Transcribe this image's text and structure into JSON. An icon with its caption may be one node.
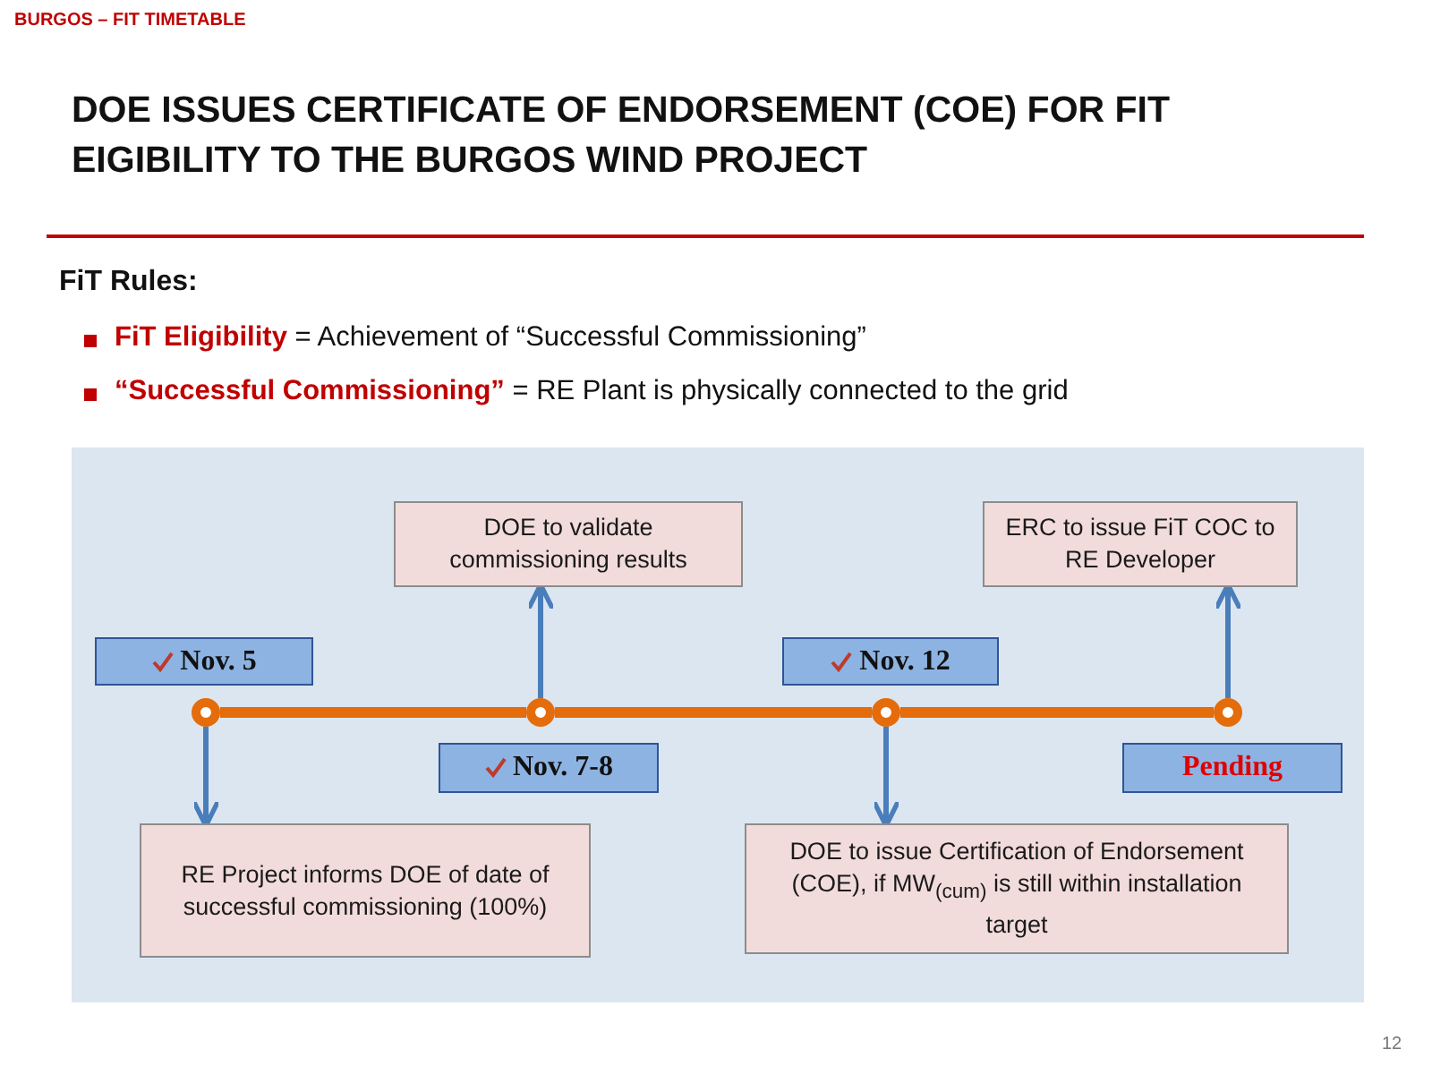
{
  "diagram": {
    "title": "DOE ISSUES CERTIFICATE OF ENDORSEMENT (COE) FOR FIT EIGIBILITY TO THE BURGOS WIND PROJECT",
    "nodes": [
      {
        "text": [
          "DOE  to validate commissioning results"
        ]
      },
      {
        "text": [
          "ERC to issue FiT COC to RE Developer"
        ]
      },
      {
        "text": [
          "Nov. 5"
        ]
      },
      {
        "text": [
          "Nov. 12"
        ]
      },
      {
        "text": [],
        "shape": "circle"
      },
      {
        "text": [],
        "shape": "circle"
      },
      {
        "text": [],
        "shape": "circle"
      },
      {
        "text": [],
        "shape": "circle"
      },
      {
        "text": [
          "Nov. 7-8"
        ]
      },
      {
        "text": [
          "Pending"
        ]
      },
      {
        "text": [
          "RE Project informs DOE of date of successful commissioning (100%)"
        ]
      },
      {
        "text": [
          "DOE to issue Certification of Endorsement (COE), if MW$_{(cum)}$ is still within installation target"
        ]
      }
    ],
    "edges": [
      {
        "from": 4,
        "to": 5,
        "arrow": "none",
        "style": "thick",
        "color": "#e46c0a"
      },
      {
        "from": 5,
        "to": 6,
        "arrow": "none",
        "style": "thick",
        "color": "#e46c0a"
      },
      {
        "from": 6,
        "to": 7,
        "arrow": "none",
        "style": "thick",
        "color": "#e46c0a"
      },
      {
        "from": 4,
        "to": 10,
        "arrow": "to"
      },
      {
        "from": 5,
        "to": 0,
        "arrow": "to"
      },
      {
        "from": 6,
        "to": 11,
        "arrow": "to"
      },
      {
        "from": 7,
        "to": 1,
        "arrow": "to"
      }
    ],
    "labels": [
      "BURGOS – FIT TIMETABLE",
      "FiT Rules:",
      "**FiT Eligibility**  =  Achievement of “Successful Commissioning”",
      "**“Successful Commissioning”**  =  RE Plant is physically connected to the grid",
      "12"
    ]
  }
}
